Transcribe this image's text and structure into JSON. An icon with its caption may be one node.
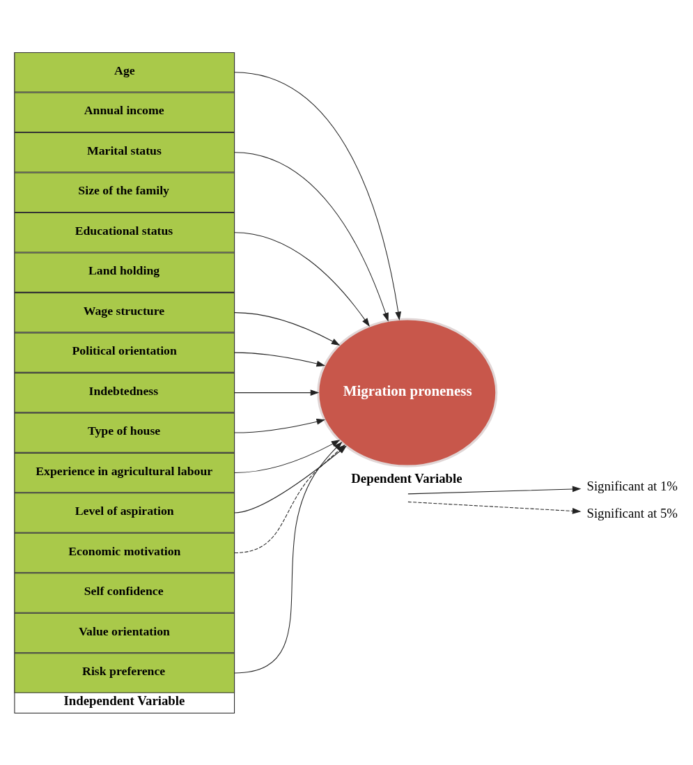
{
  "diagram": {
    "nodes": [
      {
        "text": [
          "Independent Variable"
        ]
      },
      {
        "text": [
          "Age"
        ],
        "in": 0
      },
      {
        "text": [
          "Annual income"
        ],
        "in": 0
      },
      {
        "text": [
          "Marital status"
        ],
        "in": 0
      },
      {
        "text": [
          "Size of the family"
        ],
        "in": 0
      },
      {
        "text": [
          "Educational status"
        ],
        "in": 0
      },
      {
        "text": [
          "Land holding"
        ],
        "in": 0
      },
      {
        "text": [
          "Wage structure"
        ],
        "in": 0
      },
      {
        "text": [
          "Political orientation"
        ],
        "in": 0
      },
      {
        "text": [
          "Indebtedness"
        ],
        "in": 0
      },
      {
        "text": [
          "Type of house"
        ],
        "in": 0
      },
      {
        "text": [
          "Experience in agricultural labour"
        ],
        "in": 0
      },
      {
        "text": [
          "Level of aspiration"
        ],
        "in": 0
      },
      {
        "text": [
          "Economic motivation"
        ],
        "in": 0
      },
      {
        "text": [
          "Self confidence"
        ],
        "in": 0
      },
      {
        "text": [
          "Value orientation"
        ],
        "in": 0
      },
      {
        "text": [
          "Risk preference"
        ],
        "in": 0
      },
      {
        "text": [
          "Migration proneness"
        ],
        "beside": [
          "Dependent Variable"
        ]
      }
    ],
    "edges": [
      {
        "from": 1,
        "to": 17,
        "arrow": "to"
      },
      {
        "from": 3,
        "to": 17,
        "arrow": "to"
      },
      {
        "from": 5,
        "to": 17,
        "arrow": "to"
      },
      {
        "from": 7,
        "to": 17,
        "arrow": "to"
      },
      {
        "from": 8,
        "to": 17,
        "arrow": "to"
      },
      {
        "from": 9,
        "to": 17,
        "arrow": "to"
      },
      {
        "from": 10,
        "to": 17,
        "arrow": "to"
      },
      {
        "from": 11,
        "to": 17,
        "arrow": "to"
      },
      {
        "from": 12,
        "to": 17,
        "arrow": "to"
      },
      {
        "from": 13,
        "to": 17,
        "arrow": "to",
        "style": "dashed"
      },
      {
        "from": 16,
        "to": 17,
        "arrow": "to"
      }
    ],
    "legend": [
      {
        "text": "Significant at 1%"
      },
      {
        "text": "Significant at 5%"
      }
    ]
  }
}
